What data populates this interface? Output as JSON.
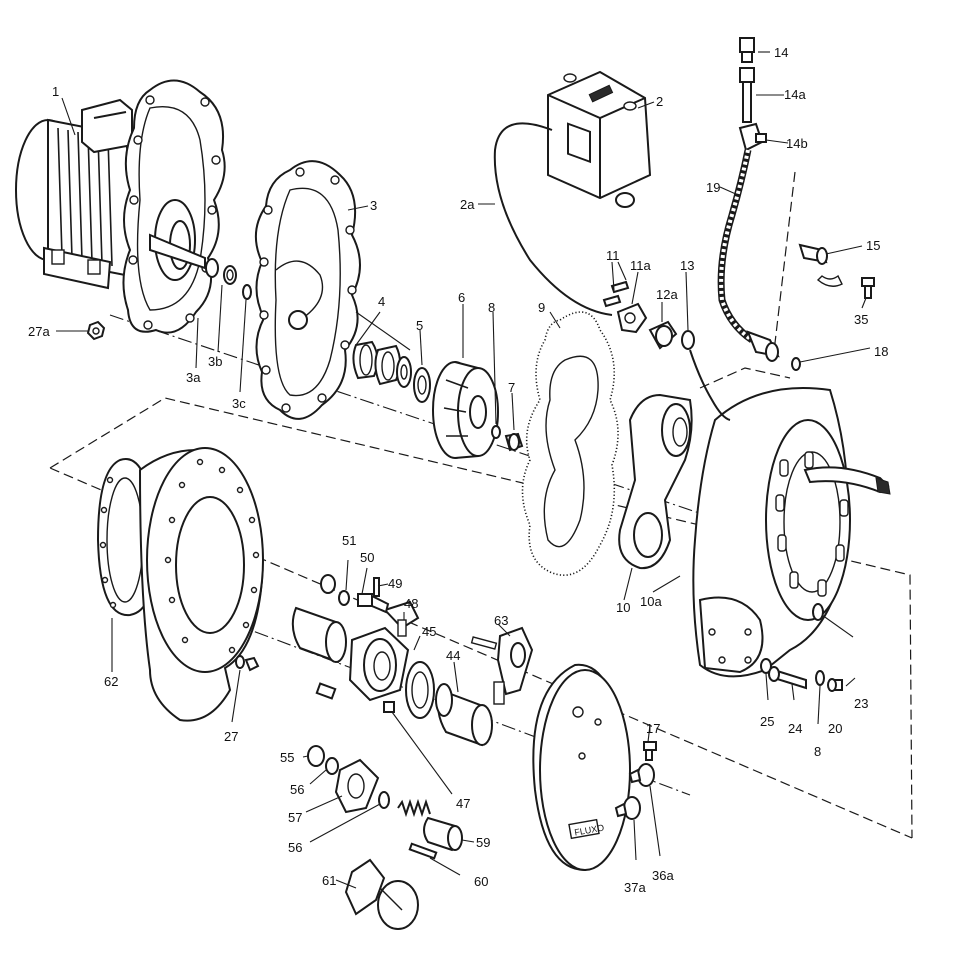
{
  "callouts": [
    {
      "id": "1",
      "text": "1"
    },
    {
      "id": "2",
      "text": "2"
    },
    {
      "id": "2a",
      "text": "2a"
    },
    {
      "id": "3",
      "text": "3"
    },
    {
      "id": "3a",
      "text": "3a"
    },
    {
      "id": "3b",
      "text": "3b"
    },
    {
      "id": "3c",
      "text": "3c"
    },
    {
      "id": "4",
      "text": "4"
    },
    {
      "id": "5",
      "text": "5"
    },
    {
      "id": "6",
      "text": "6"
    },
    {
      "id": "7",
      "text": "7"
    },
    {
      "id": "8-top",
      "text": "8"
    },
    {
      "id": "9",
      "text": "9"
    },
    {
      "id": "10",
      "text": "10"
    },
    {
      "id": "10a",
      "text": "10a"
    },
    {
      "id": "11",
      "text": "11"
    },
    {
      "id": "11a",
      "text": "11a"
    },
    {
      "id": "12a",
      "text": "12a"
    },
    {
      "id": "13",
      "text": "13"
    },
    {
      "id": "14",
      "text": "14"
    },
    {
      "id": "14a",
      "text": "14a"
    },
    {
      "id": "14b",
      "text": "14b"
    },
    {
      "id": "15",
      "text": "15"
    },
    {
      "id": "17",
      "text": "17"
    },
    {
      "id": "18",
      "text": "18"
    },
    {
      "id": "19",
      "text": "19"
    },
    {
      "id": "20",
      "text": "20"
    },
    {
      "id": "23",
      "text": "23"
    },
    {
      "id": "24",
      "text": "24"
    },
    {
      "id": "25",
      "text": "25"
    },
    {
      "id": "8-bottom",
      "text": "8"
    },
    {
      "id": "27",
      "text": "27"
    },
    {
      "id": "27a",
      "text": "27a"
    },
    {
      "id": "35",
      "text": "35"
    },
    {
      "id": "36a",
      "text": "36a"
    },
    {
      "id": "37a",
      "text": "37a"
    },
    {
      "id": "44",
      "text": "44"
    },
    {
      "id": "45",
      "text": "45"
    },
    {
      "id": "47",
      "text": "47"
    },
    {
      "id": "48",
      "text": "48"
    },
    {
      "id": "49",
      "text": "49"
    },
    {
      "id": "50",
      "text": "50"
    },
    {
      "id": "51",
      "text": "51"
    },
    {
      "id": "55",
      "text": "55"
    },
    {
      "id": "56-top",
      "text": "56"
    },
    {
      "id": "56-bottom",
      "text": "56"
    },
    {
      "id": "57",
      "text": "57"
    },
    {
      "id": "59",
      "text": "59"
    },
    {
      "id": "60",
      "text": "60"
    },
    {
      "id": "61",
      "text": "61"
    },
    {
      "id": "62",
      "text": "62"
    },
    {
      "id": "63",
      "text": "63"
    }
  ],
  "plate_marking": "FLUXO"
}
